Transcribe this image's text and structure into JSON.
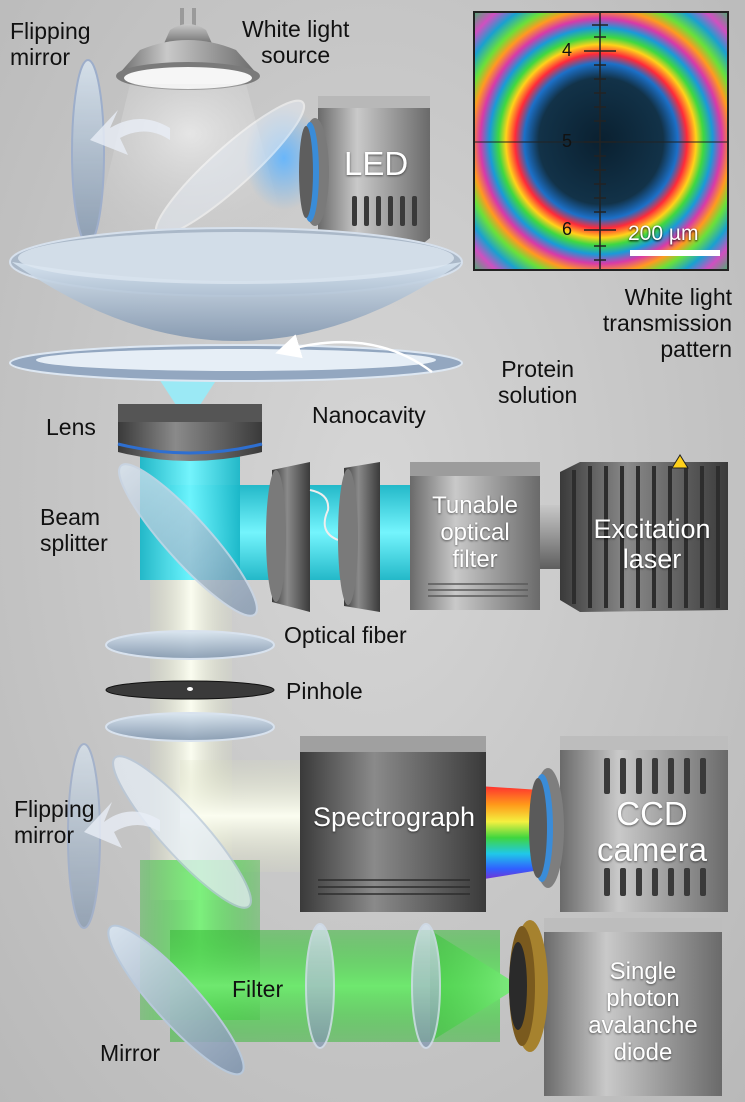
{
  "labels": {
    "flipping_mirror_top": [
      "Flipping",
      "mirror"
    ],
    "white_light_source": [
      "White light",
      "source"
    ],
    "led": "LED",
    "transmission_pattern": [
      "White light",
      "transmission",
      "pattern"
    ],
    "protein_solution": [
      "Protein",
      "solution"
    ],
    "nanocavity": "Nanocavity",
    "lens": "Lens",
    "beam_splitter": [
      "Beam",
      "splitter"
    ],
    "tunable_filter": [
      "Tunable",
      "optical",
      "filter"
    ],
    "excitation_laser": [
      "Excitation",
      "laser"
    ],
    "optical_fiber": "Optical fiber",
    "pinhole": "Pinhole",
    "flipping_mirror_bottom": [
      "Flipping",
      "mirror"
    ],
    "spectrograph": "Spectrograph",
    "ccd_camera": [
      "CCD",
      "camera"
    ],
    "filter": "Filter",
    "mirror": "Mirror",
    "spad": [
      "Single",
      "photon",
      "avalanche",
      "diode"
    ]
  },
  "inset": {
    "ticks": [
      "4",
      "5",
      "6"
    ],
    "scale_bar": "200 µm"
  },
  "colors": {
    "background": "#c9c9c9",
    "excitation_beam": "#2fe6ef",
    "led_glow": "#4aa8ff",
    "emission_beam": "#3fd23f",
    "white_beam": "#f4f7e8",
    "device_body": "#8f8f8f",
    "device_ring": "#2e6fd1"
  }
}
